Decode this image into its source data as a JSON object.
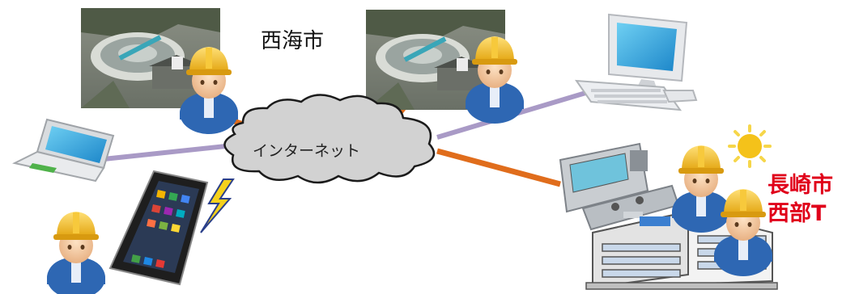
{
  "labels": {
    "city": "西海市",
    "network": "インターネット",
    "org_line1": "長崎市",
    "org_line2": "西部T"
  },
  "colors": {
    "wired_link": "#e06d1c",
    "wireless_link": "#a99ac6",
    "cloud_fill": "#d2d2d2",
    "org_label": "#e0001a",
    "helmet": "#f2b51c",
    "uniform": "#2e67b3",
    "lightning": "#f5d11c"
  },
  "icons": [
    "facility-photo",
    "worker-icon",
    "desktop-computer-icon",
    "laptop-icon",
    "smartphone-icon",
    "lightning-icon",
    "control-console-icon",
    "office-building-icon",
    "sun-icon",
    "cloud-icon"
  ]
}
